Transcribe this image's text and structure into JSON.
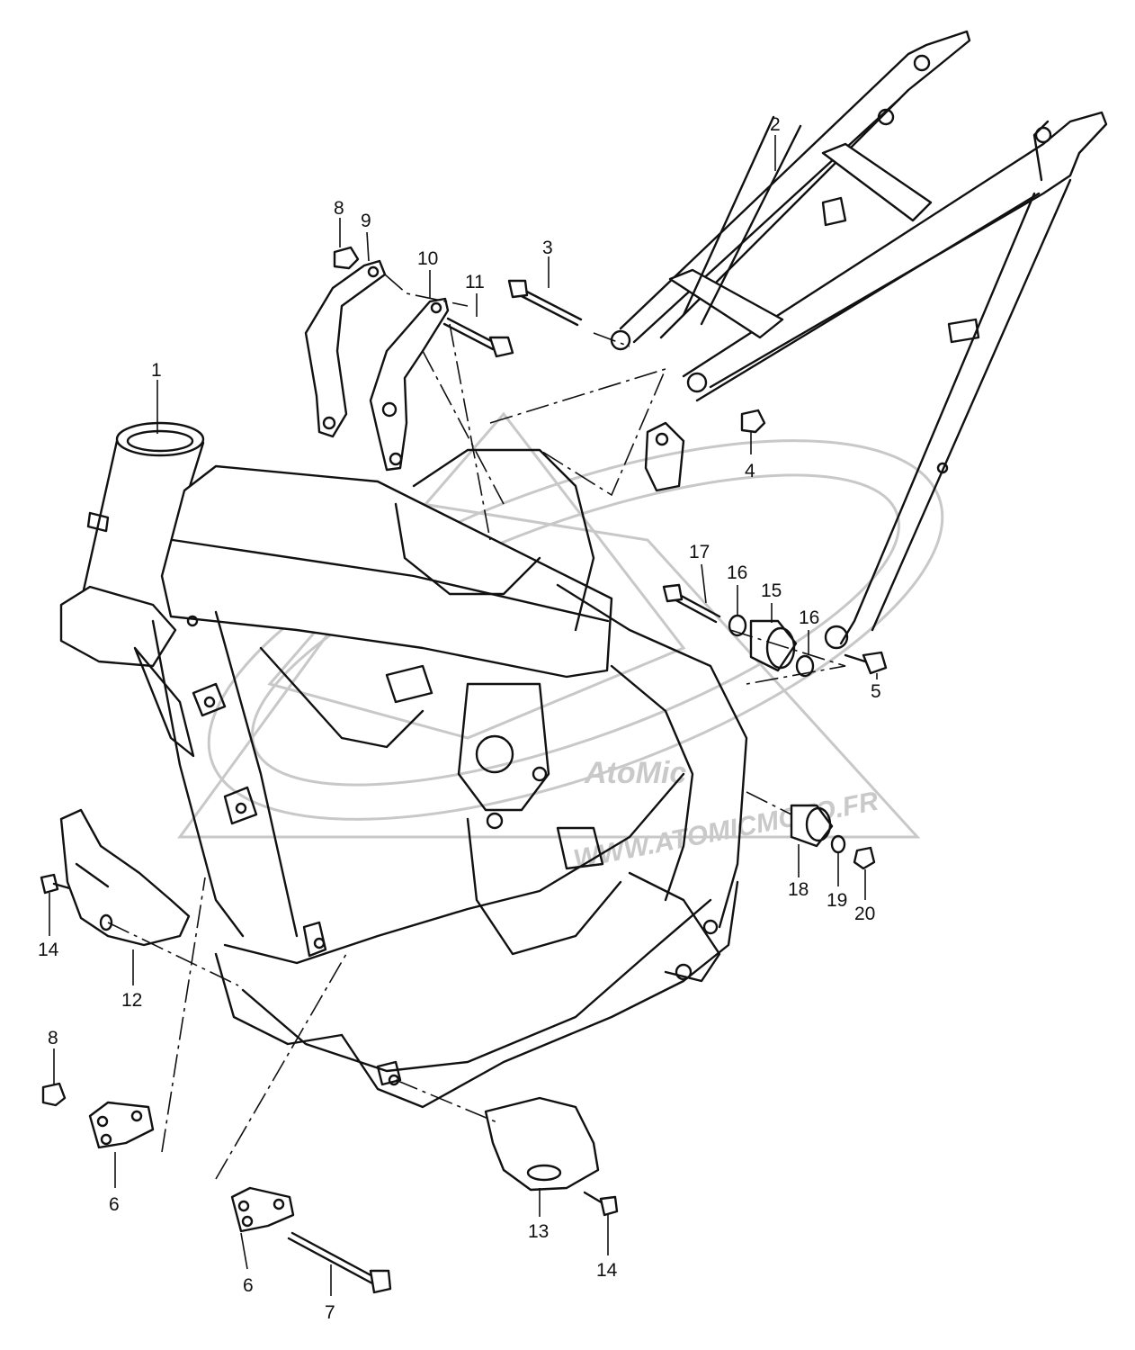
{
  "watermark": {
    "brand": "AtoMic",
    "site": "WWW.ATOMICMOTO.FR",
    "color": "#c8c8c8"
  },
  "callouts": [
    {
      "id": "c1",
      "label": "1"
    },
    {
      "id": "c2",
      "label": "2"
    },
    {
      "id": "c3",
      "label": "3"
    },
    {
      "id": "c4",
      "label": "4"
    },
    {
      "id": "c5",
      "label": "5"
    },
    {
      "id": "c6a",
      "label": "6"
    },
    {
      "id": "c6b",
      "label": "6"
    },
    {
      "id": "c7",
      "label": "7"
    },
    {
      "id": "c8a",
      "label": "8"
    },
    {
      "id": "c8b",
      "label": "8"
    },
    {
      "id": "c9",
      "label": "9"
    },
    {
      "id": "c10",
      "label": "10"
    },
    {
      "id": "c11",
      "label": "11"
    },
    {
      "id": "c12",
      "label": "12"
    },
    {
      "id": "c13",
      "label": "13"
    },
    {
      "id": "c14a",
      "label": "14"
    },
    {
      "id": "c14b",
      "label": "14"
    },
    {
      "id": "c15",
      "label": "15"
    },
    {
      "id": "c16a",
      "label": "16"
    },
    {
      "id": "c16b",
      "label": "16"
    },
    {
      "id": "c17",
      "label": "17"
    },
    {
      "id": "c18",
      "label": "18"
    },
    {
      "id": "c19",
      "label": "19"
    },
    {
      "id": "c20",
      "label": "20"
    }
  ]
}
